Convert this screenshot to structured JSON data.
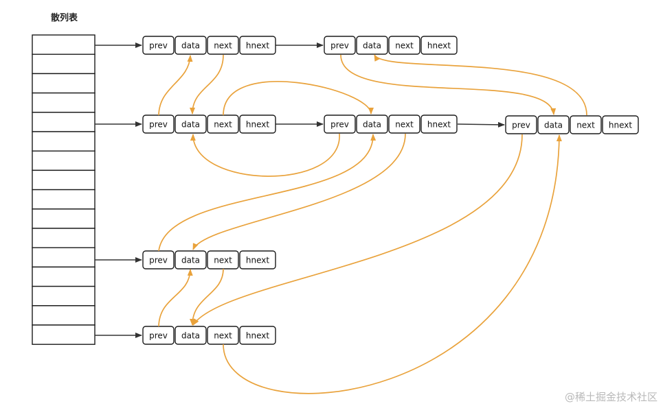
{
  "title": "散列表",
  "watermark": "@稀土掘金技术社区",
  "colors": {
    "box_stroke": "#1a1a1a",
    "link_stroke": "#333333",
    "list_arrow": "#e9a23b",
    "background": "#ffffff"
  },
  "field_labels": [
    "prev",
    "data",
    "next",
    "hnext"
  ],
  "hash_table": {
    "slot_count": 16
  }
}
